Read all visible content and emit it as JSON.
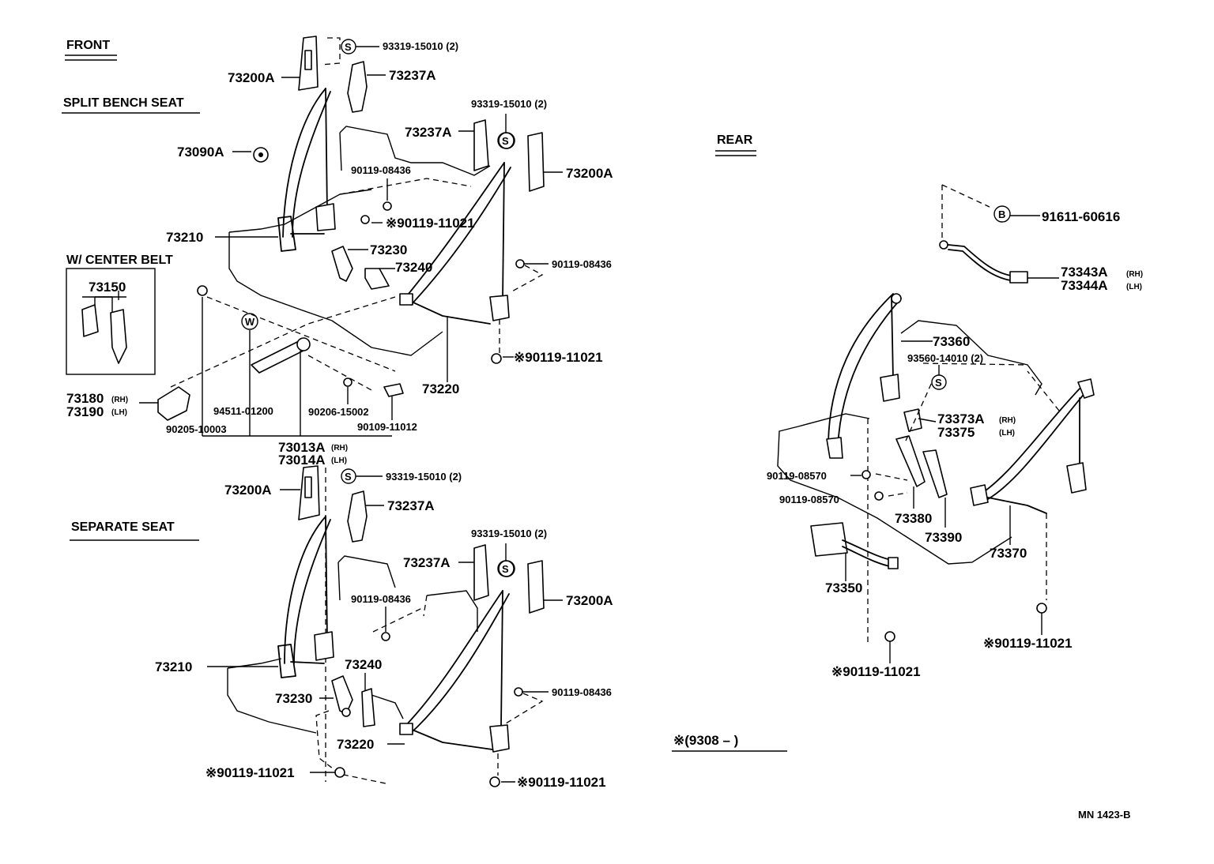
{
  "sections": {
    "front": "FRONT",
    "split_bench_seat": "SPLIT BENCH SEAT",
    "w_center_belt": "W/ CENTER BELT",
    "separate_seat": "SEPARATE SEAT",
    "rear": "REAR"
  },
  "symbols": {
    "s": "S",
    "w": "W",
    "b": "B"
  },
  "split_bench": {
    "p73200A_left": "73200A",
    "p93319_top": "93319-15010 (2)",
    "p73237A_left": "73237A",
    "p73090A": "73090A",
    "p93319_right": "93319-15010 (2)",
    "p73237A_right": "73237A",
    "p73200A_right": "73200A",
    "p90119_08436_a": "90119-08436",
    "p90119_11021_a": "※90119-11021",
    "p73210": "73210",
    "p73230": "73230",
    "p73240": "73240",
    "p90119_08436_b": "90119-08436",
    "p90119_11021_b": "※90119-11021",
    "p73220": "73220",
    "p73150": "73150",
    "p73180": "73180",
    "p73190": "73190",
    "rh": "(RH)",
    "lh": "(LH)",
    "p94511": "94511-01200",
    "p90206": "90206-15002",
    "p90109": "90109-11012",
    "p90205": "90205-10003",
    "p73013A": "73013A",
    "p73014A": "73014A"
  },
  "separate": {
    "p73200A_left": "73200A",
    "p93319_top": "93319-15010 (2)",
    "p73237A_left": "73237A",
    "p93319_right": "93319-15010 (2)",
    "p73237A_right": "73237A",
    "p73200A_right": "73200A",
    "p90119_08436_a": "90119-08436",
    "p73210": "73210",
    "p73240": "73240",
    "p73230": "73230",
    "p90119_08436_b": "90119-08436",
    "p73220": "73220",
    "p90119_11021_left": "※90119-11021",
    "p90119_11021_right": "※90119-11021"
  },
  "rear": {
    "p91611": "91611-60616",
    "p73343A": "73343A",
    "p73344A": "73344A",
    "p73360": "73360",
    "p93560": "93560-14010 (2)",
    "p73373A": "73373A",
    "p73375": "73375",
    "p90119_08570_a": "90119-08570",
    "p90119_08570_b": "90119-08570",
    "p73380": "73380",
    "p73390": "73390",
    "p73370": "73370",
    "p73350": "73350",
    "p90119_11021_a": "※90119-11021",
    "p90119_11021_b": "※90119-11021"
  },
  "footnote": "※(9308 –          )",
  "ref_code": "MN 1423-B"
}
